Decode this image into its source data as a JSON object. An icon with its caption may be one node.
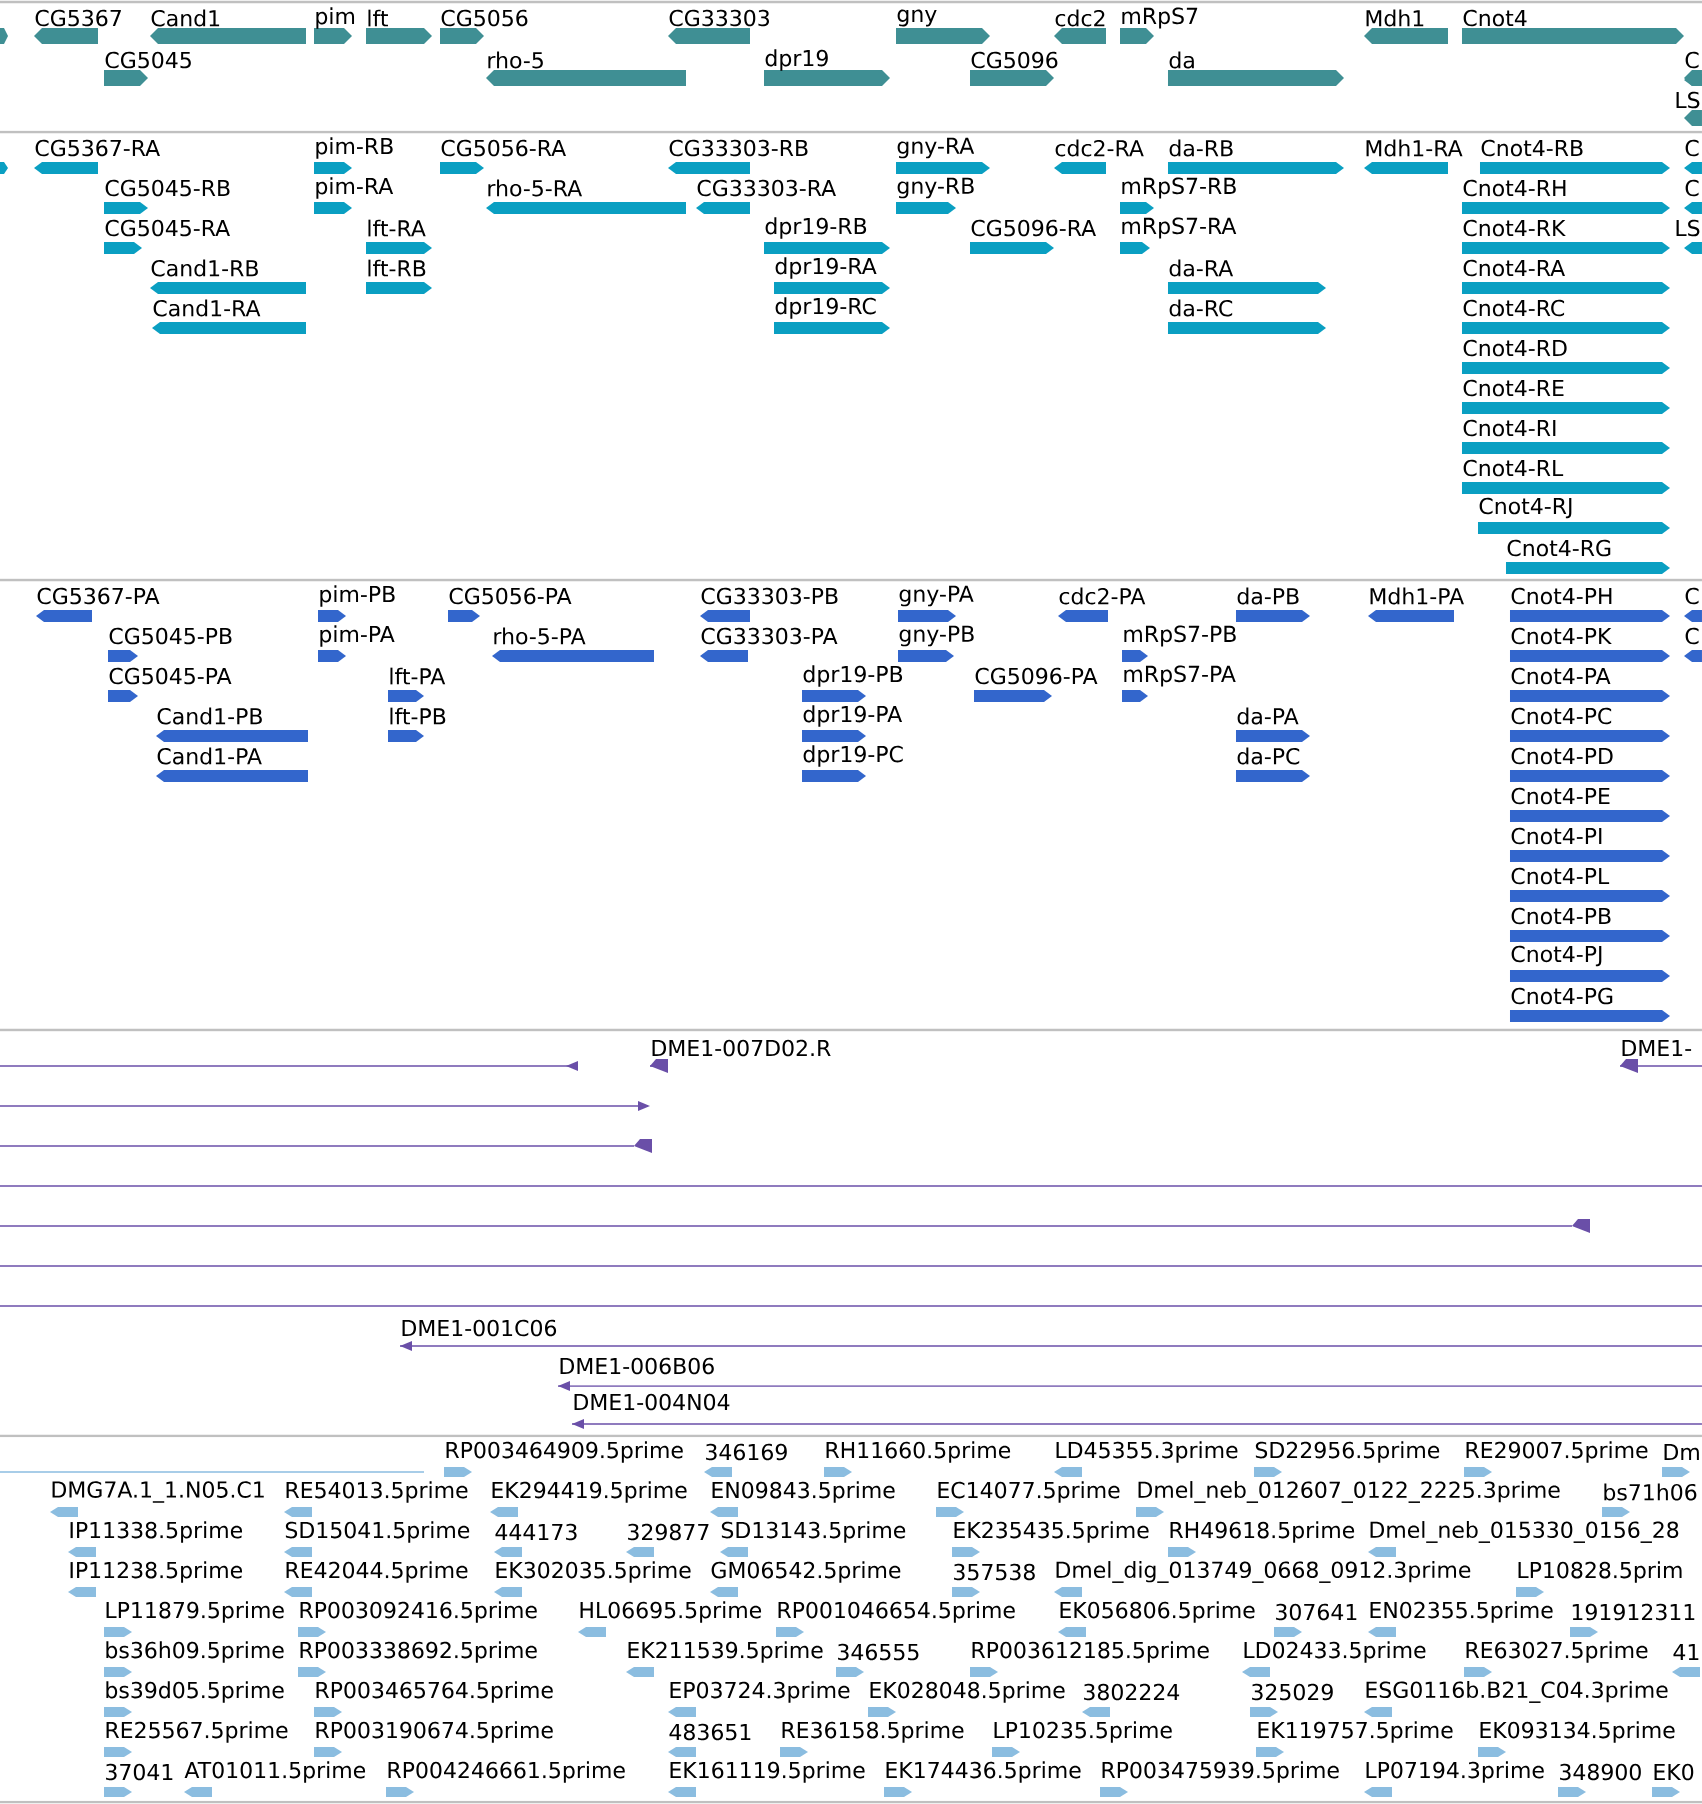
{
  "diagram": {
    "labels": [
      "CG5367",
      "Cand1",
      "pim",
      "lft",
      "CG5056",
      "CG33303",
      "gny",
      "cdc2",
      "mRpS7",
      "Mdh1",
      "Cnot4",
      "CG5045",
      "rho-5",
      "dpr19",
      "CG5096",
      "da",
      "C",
      "LS",
      "CG5367-RA",
      "pim-RB",
      "CG5056-RA",
      "CG33303-RB",
      "gny-RA",
      "cdc2-RA",
      "da-RB",
      "Mdh1-RA",
      "Cnot4-RB",
      "C",
      "CG5045-RB",
      "pim-RA",
      "rho-5-RA",
      "CG33303-RA",
      "gny-RB",
      "mRpS7-RB",
      "Cnot4-RH",
      "C",
      "CG5045-RA",
      "lft-RA",
      "dpr19-RB",
      "CG5096-RA",
      "mRpS7-RA",
      "Cnot4-RK",
      "LS",
      "Cand1-RB",
      "lft-RB",
      "dpr19-RA",
      "da-RA",
      "Cnot4-RA",
      "Cand1-RA",
      "dpr19-RC",
      "da-RC",
      "Cnot4-RC",
      "Cnot4-RD",
      "Cnot4-RE",
      "Cnot4-RI",
      "Cnot4-RL",
      "Cnot4-RJ",
      "Cnot4-RG",
      "CG5367-PA",
      "pim-PB",
      "CG5056-PA",
      "CG33303-PB",
      "gny-PA",
      "cdc2-PA",
      "da-PB",
      "Mdh1-PA",
      "Cnot4-PH",
      "C",
      "CG5045-PB",
      "pim-PA",
      "rho-5-PA",
      "CG33303-PA",
      "gny-PB",
      "mRpS7-PB",
      "Cnot4-PK",
      "C",
      "CG5045-PA",
      "lft-PA",
      "dpr19-PB",
      "CG5096-PA",
      "mRpS7-PA",
      "Cnot4-PA",
      "Cand1-PB",
      "lft-PB",
      "dpr19-PA",
      "da-PA",
      "Cnot4-PC",
      "Cand1-PA",
      "dpr19-PC",
      "da-PC",
      "Cnot4-PD",
      "Cnot4-PE",
      "Cnot4-PI",
      "Cnot4-PL",
      "Cnot4-PB",
      "Cnot4-PJ",
      "Cnot4-PG",
      "DME1-007D02.R",
      "DME1-",
      "DME1-001C06",
      "DME1-006B06",
      "DME1-004N04",
      "RP003464909.5prime",
      "346169",
      "RH11660.5prime",
      "LD45355.3prime",
      "SD22956.5prime",
      "RE29007.5prime",
      "Dm",
      "DMG7A.1_1.N05.C1",
      "RE54013.5prime",
      "EK294419.5prime",
      "EN09843.5prime",
      "EC14077.5prime",
      "Dmel_neb_012607_0122_2225.3prime",
      "bs71h06",
      "IP11338.5prime",
      "SD15041.5prime",
      "444173",
      "329877",
      "SD13143.5prime",
      "EK235435.5prime",
      "RH49618.5prime",
      "Dmel_neb_015330_0156_28",
      "IP11238.5prime",
      "RE42044.5prime",
      "EK302035.5prime",
      "GM06542.5prime",
      "357538",
      "Dmel_dig_013749_0668_0912.3prime",
      "LP10828.5prim",
      "LP11879.5prime",
      "RP003092416.5prime",
      "HL06695.5prime",
      "RP001046654.5prime",
      "EK056806.5prime",
      "307641",
      "EN02355.5prime",
      "191912311",
      "bs36h09.5prime",
      "RP003338692.5prime",
      "EK211539.5prime",
      "346555",
      "RP003612185.5prime",
      "LD02433.5prime",
      "RE63027.5prime",
      "41",
      "bs39d05.5prime",
      "RP003465764.5prime",
      "EP03724.3prime",
      "EK028048.5prime",
      "3802224",
      "325029",
      "ESG0116b.B21_C04.3prime",
      "RE25567.5prime",
      "RP003190674.5prime",
      "483651",
      "RE36158.5prime",
      "LP10235.5prime",
      "EK119757.5prime",
      "EK093134.5prime",
      "37041",
      "AT01011.5prime",
      "RP004246661.5prime",
      "EK161119.5prime",
      "EK174436.5prime",
      "RP003475939.5prime",
      "LP07194.3prime",
      "348900",
      "EK0"
    ]
  }
}
